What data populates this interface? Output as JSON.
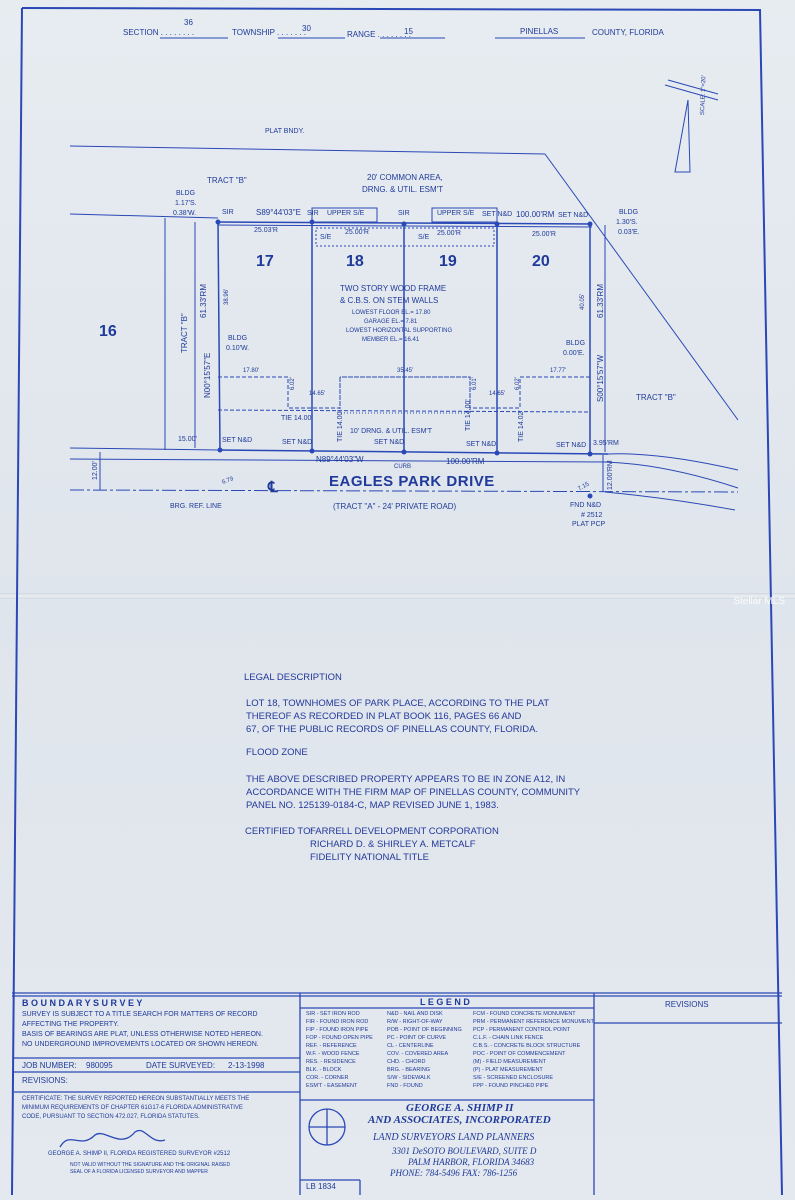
{
  "header": {
    "section_label": "SECTION . . . . . . . .",
    "section_value": "36",
    "township_label": "TOWNSHIP . . . . . . .",
    "township_value": "30",
    "range_label": "RANGE . . . . . . . .",
    "range_value": "15",
    "county_value": "PINELLAS",
    "county_label": "COUNTY, FLORIDA"
  },
  "scale": "SCALE: 1\"=20'",
  "plat": {
    "plat_bndy": "PLAT BNDY.",
    "tract_b_top": "TRACT \"B\"",
    "common_area_1": "20' COMMON AREA,",
    "common_area_2": "DRNG. & UTIL. ESM'T",
    "bldg_left_1": "BLDG",
    "bldg_left_2": "1.17'S.",
    "bldg_left_3": "0.38'W.",
    "sir_1": "SIR",
    "bearing_top": "S89°44'03\"E",
    "sir_2": "SIR",
    "upper_se_1": "UPPER S/E",
    "sir_3": "SIR",
    "upper_se_2": "UPPER S/E",
    "set_nd_1": "SET N&D",
    "dist_top": "100.00'RM",
    "set_nd_2": "SET N&D",
    "bldg_right_1": "BLDG",
    "bldg_right_2": "1.30'S.",
    "bldg_right_3": "0.03'E.",
    "len_17_top": "25.03'R",
    "se_1": "S/E",
    "len_18_top": "25.00'R",
    "se_2": "S/E",
    "len_19_top": "25.00'R",
    "len_20_top": "25.00'R",
    "lot_16": "16",
    "lot_17": "17",
    "lot_18": "18",
    "lot_19": "19",
    "lot_20": "20",
    "bldg_desc_1": "TWO STORY WOOD FRAME",
    "bldg_desc_2": "& C.B.S. ON STEM WALLS",
    "floor_el": "LOWEST FLOOR EL.= 17.80",
    "garage_el": "GARAGE EL.= 7.81",
    "lowest_horiz": "LOWEST HORIZONTAL SUPPORTING",
    "member_el": "MEMBER EL.= 16.41",
    "left_dist": "61.33'RM",
    "left_depth": "38.96'",
    "tract_b_left": "TRACT \"B\"",
    "left_bearing": "N00°15'57\"E",
    "bldg_010_1": "BLDG",
    "bldg_010_2": "0.10'W.",
    "right_dist": "61.33'RM",
    "right_depth": "40.05'",
    "right_bearing": "S00°15'57\"W",
    "bldg_000_1": "BLDG",
    "bldg_000_2": "0.00'E.",
    "tract_b_right": "TRACT \"B\"",
    "d_1780": "17.80'",
    "d_602a": "6.02'",
    "d_1465a": "14.65'",
    "d_3545": "35.45'",
    "d_601": "6.01'",
    "d_1465b": "14.65'",
    "d_602b": "6.02'",
    "d_1777": "17.77'",
    "tie_1400a": "TIE 14.00'",
    "tie_1400b": "TIE 14.00'",
    "tie_1400c": "TIE 14.00'",
    "tie_1402": "TIE 14.02'",
    "drng_esmt": "10' DRNG. & UTIL. ESM'T",
    "d_1500": "15.00'",
    "set_nd_3": "SET N&D",
    "set_nd_4": "SET N&D",
    "set_nd_5": "SET N&D",
    "set_nd_6": "SET N&D",
    "set_nd_7": "SET N&D",
    "d_395": "3.95'RM",
    "bottom_bearing": "N89°44'03\"W",
    "curb": "CURB",
    "dist_bottom": "100.00'RM",
    "d_1200a": "12.00'",
    "d_1200b": "12.00'RM",
    "street_cl": "℄",
    "street_name": "EAGLES PARK DRIVE",
    "d_679": "6.79",
    "brg_ref": "BRG. REF. LINE",
    "d_715": "7.15",
    "fnd_nd": "FND N&D",
    "num_2512": "# 2512",
    "plat_pcp": "PLAT PCP",
    "tract_a": "(TRACT \"A\" - 24' PRIVATE ROAD)"
  },
  "legal": {
    "heading": "LEGAL DESCRIPTION",
    "lines": [
      "LOT 18, TOWNHOMES OF PARK PLACE, ACCORDING TO THE PLAT",
      "THEREOF AS RECORDED IN PLAT BOOK 116, PAGES 66 AND",
      "67, OF THE PUBLIC RECORDS OF PINELLAS COUNTY, FLORIDA."
    ],
    "flood_heading": "FLOOD ZONE",
    "flood_lines": [
      "THE ABOVE DESCRIBED PROPERTY APPEARS TO BE IN ZONE A12, IN",
      "ACCORDANCE WITH THE FIRM MAP OF PINELLAS COUNTY, COMMUNITY",
      "PANEL NO. 125139-0184-C, MAP REVISED JUNE 1, 1983."
    ],
    "certified_label": "CERTIFIED TO:",
    "certified": [
      "FARRELL DEVELOPMENT CORPORATION",
      "RICHARD D. & SHIRLEY A. METCALF",
      "FIDELITY NATIONAL TITLE"
    ]
  },
  "titleblock": {
    "boundary_title": "B O U N D A R Y   S U R V E Y",
    "notes": [
      "SURVEY IS SUBJECT TO A TITLE SEARCH FOR MATTERS OF RECORD",
      "AFFECTING THE PROPERTY.",
      "BASIS OF BEARINGS ARE PLAT, UNLESS OTHERWISE NOTED HEREON.",
      "NO UNDERGROUND IMPROVEMENTS LOCATED OR SHOWN HEREON."
    ],
    "job_label": "JOB NUMBER:",
    "job_value": "980095",
    "date_label": "DATE SURVEYED:",
    "date_value": "2-13-1998",
    "revisions_label": "REVISIONS:",
    "certificate": [
      "CERTIFICATE: THE SURVEY REPORTED HEREON SUBSTANTIALLY MEETS THE",
      "MINIMUM REQUIREMENTS OF CHAPTER 61G17-6 FLORIDA ADMINISTRATIVE",
      "CODE, PURSUANT TO SECTION 472.027, FLORIDA STATUTES."
    ],
    "surveyor": "GEORGE A. SHIMP II, FLORIDA REGISTERED SURVEYOR #2512",
    "not_valid_1": "NOT VALID WITHOUT THE SIGNATURE AND THE ORIGINAL RAISED",
    "not_valid_2": "SEAL OF A FLORIDA LICENSED SURVEYOR AND MAPPER",
    "legend_title": "L E G E N D",
    "legend_col1": [
      "SIR - SET IRON ROD",
      "FIR - FOUND IRON ROD",
      "FIP - FOUND IRON PIPE",
      "FOP - FOUND OPEN PIPE",
      "REF. - REFERENCE",
      "W.F. - WOOD FENCE",
      "RES. - RESIDENCE",
      "BLK. - BLOCK",
      "COR. - CORNER",
      "ESM'T - EASEMENT"
    ],
    "legend_col2": [
      "N&D - NAIL AND DISK",
      "R/W - RIGHT-OF-WAY",
      "POB - POINT OF BEGINNING",
      "PC - POINT OF CURVE",
      "CL - CENTERLINE",
      "COV. - COVERED AREA",
      "CHD. - CHORD",
      "BRG. - BEARING",
      "S/W - SIDEWALK",
      "FND - FOUND"
    ],
    "legend_col3": [
      "FCM - FOUND CONCRETE MONUMENT",
      "PRM - PERMANENT REFERENCE MONUMENT",
      "PCP - PERMANENT CONTROL POINT",
      "C.L.F. - CHAIN LINK FENCE",
      "C.B.S. - CONCRETE BLOCK STRUCTURE",
      "POC - POINT OF COMMENCEMENT",
      "(M) - FIELD MEASUREMENT",
      "(P) - PLAT MEASUREMENT",
      "S/E - SCREENED ENCLOSURE",
      "FPP - FOUND PINCHED PIPE"
    ],
    "company_1": "GEORGE A. SHIMP II",
    "company_2": "AND ASSOCIATES, INCORPORATED",
    "company_3": "LAND SURVEYORS   LAND PLANNERS",
    "company_4": "3301 DeSOTO BOULEVARD, SUITE D",
    "company_5": "PALM HARBOR, FLORIDA   34683",
    "company_6": "PHONE: 784-5496  FAX: 786-1256",
    "lb": "LB 1834",
    "revisions_title": "REVISIONS"
  },
  "watermark": "Stellar MLS",
  "colors": {
    "ink": "#1f3a9a",
    "line": "#2a49b8",
    "paper": "#e4e9ef"
  }
}
